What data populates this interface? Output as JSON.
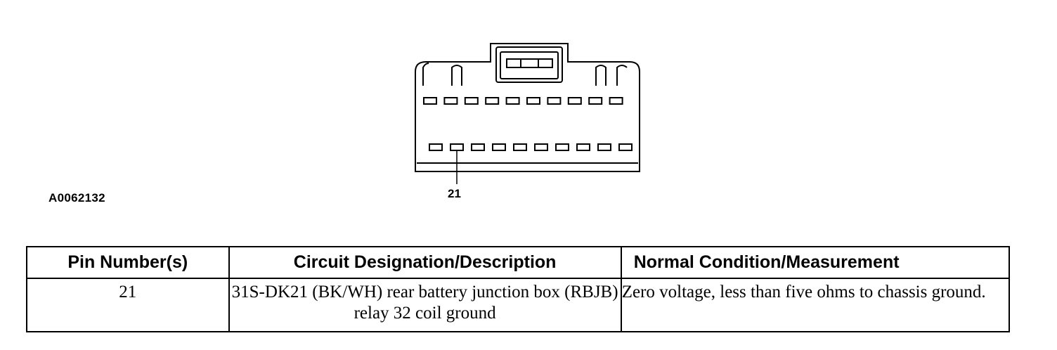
{
  "diagram": {
    "figure_id": "A0062132",
    "callout_pin": "21",
    "connector": {
      "top_row_terminals": 10,
      "bottom_row_terminals": 10,
      "callout_terminal_index": 1
    }
  },
  "table": {
    "headers": {
      "pin": "Pin Number(s)",
      "circuit": "Circuit Designation/Description",
      "measurement": "Normal Condition/Measurement"
    },
    "rows": [
      {
        "pin": "21",
        "circuit": "31S-DK21 (BK/WH) rear battery junction box (RBJB) relay 32 coil ground",
        "measurement": "Zero voltage, less than five ohms to chassis ground."
      }
    ]
  }
}
